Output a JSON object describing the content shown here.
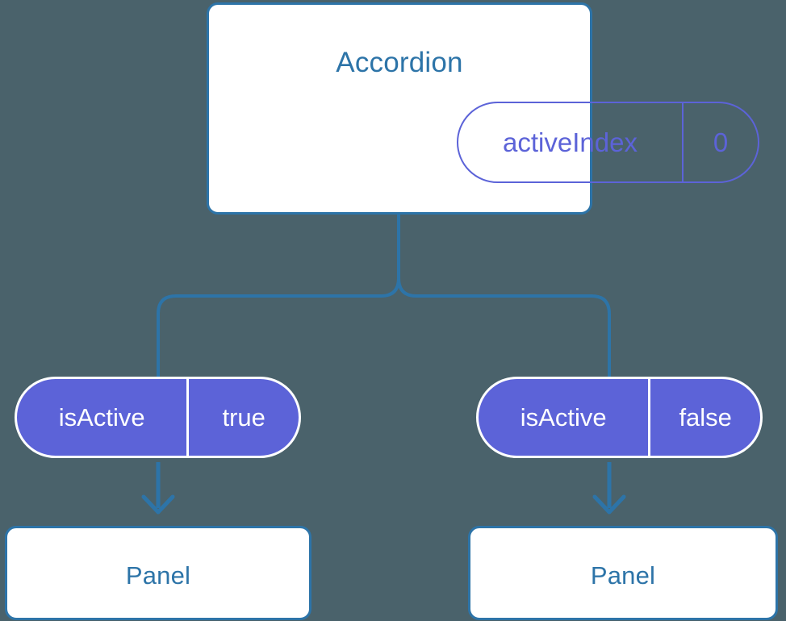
{
  "canvas": {
    "background_color": "#4a626b",
    "accent_blue": "#2d74a8",
    "accent_purple": "#5c63d8",
    "white": "#ffffff"
  },
  "diagram": {
    "type": "component-tree",
    "root": {
      "title": "Accordion",
      "state": {
        "key": "activeIndex",
        "value": "0"
      }
    },
    "children": [
      {
        "prop": {
          "key": "isActive",
          "value": "true"
        },
        "title": "Panel"
      },
      {
        "prop": {
          "key": "isActive",
          "value": "false"
        },
        "title": "Panel"
      }
    ]
  }
}
